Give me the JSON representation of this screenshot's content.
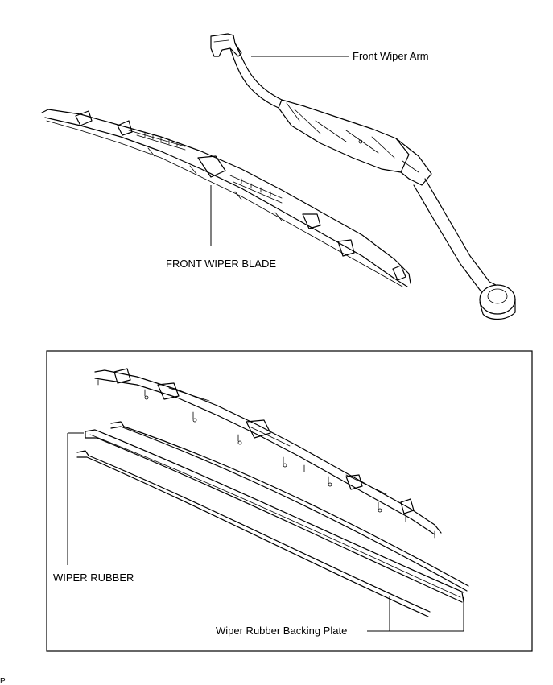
{
  "labels": {
    "front_wiper_arm": "Front Wiper Arm",
    "front_wiper_blade": "FRONT WIPER BLADE",
    "wiper_rubber": "WIPER RUBBER",
    "wiper_rubber_backing_plate": "Wiper Rubber Backing Plate",
    "corner_mark": "P"
  }
}
